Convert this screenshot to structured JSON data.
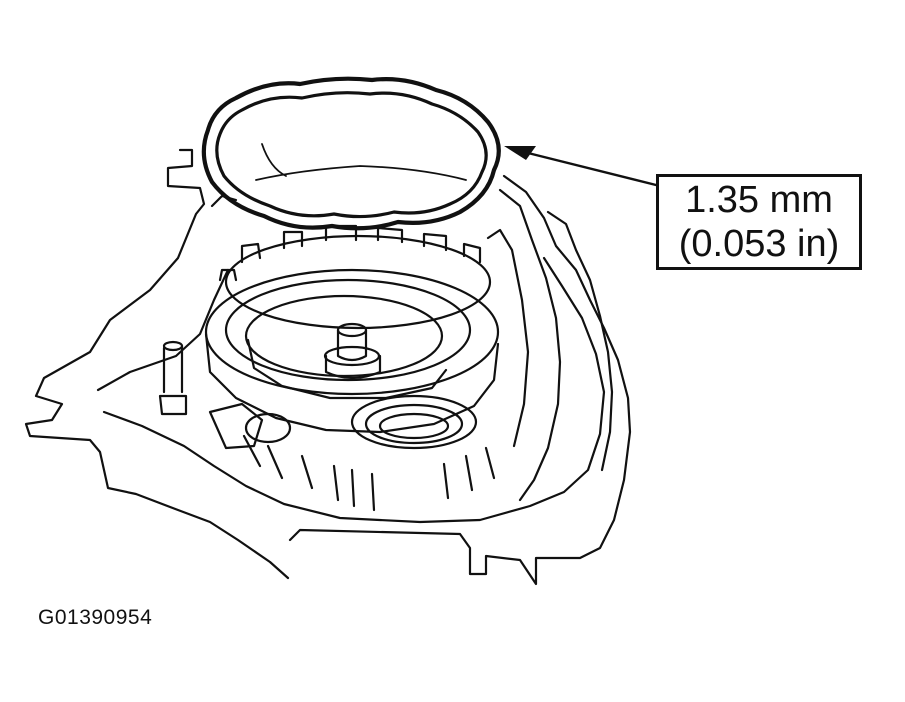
{
  "callout": {
    "line1": "1.35 mm",
    "line2": "(0.053 in)"
  },
  "figure_id": "G01390954",
  "colors": {
    "line": "#111111",
    "background": "#ffffff"
  }
}
